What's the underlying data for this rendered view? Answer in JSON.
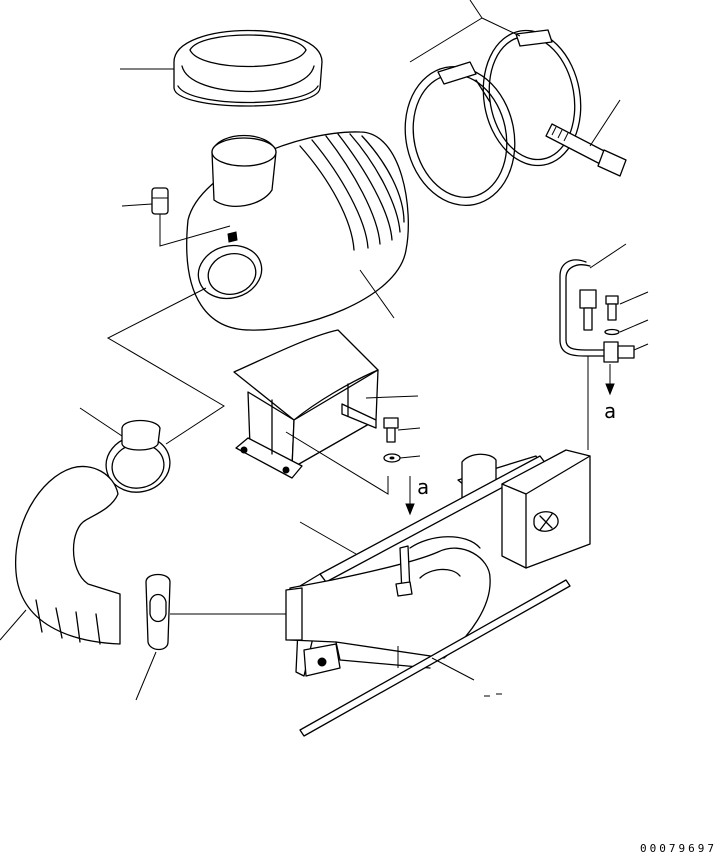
{
  "labels": {
    "ref_a_upper": "a",
    "ref_a_lower": "a"
  },
  "drawing_number": "00079697"
}
